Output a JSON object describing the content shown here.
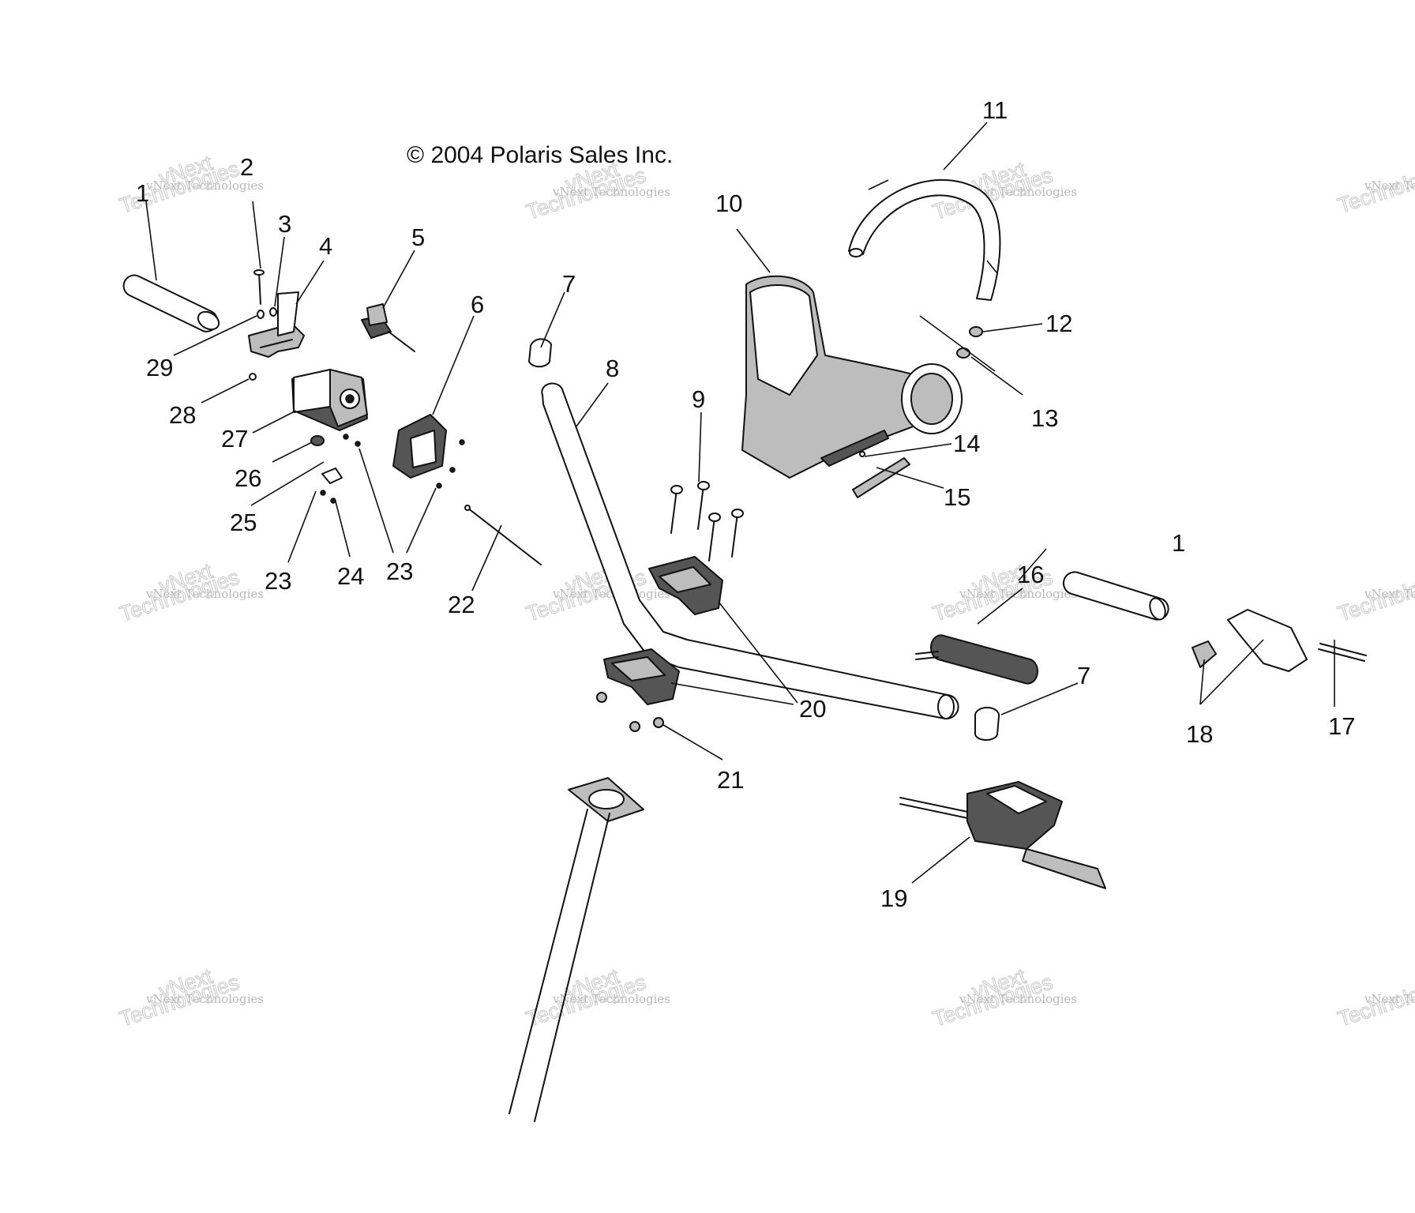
{
  "copyright": "© 2004 Polaris Sales Inc.",
  "watermark": {
    "line1": "vNext Technologies",
    "line2": "vNext",
    "line3": "Technologies"
  },
  "callouts": {
    "c1a": "1",
    "c2": "2",
    "c3": "3",
    "c4": "4",
    "c5": "5",
    "c6": "6",
    "c7a": "7",
    "c8": "8",
    "c9": "9",
    "c10": "10",
    "c11": "11",
    "c12": "12",
    "c13": "13",
    "c14": "14",
    "c15": "15",
    "c1b": "1",
    "c16": "16",
    "c7b": "7",
    "c17": "17",
    "c18": "18",
    "c19": "19",
    "c20": "20",
    "c21": "21",
    "c22": "22",
    "c23a": "23",
    "c23b": "23",
    "c24": "24",
    "c25": "25",
    "c26": "26",
    "c27": "27",
    "c28": "28",
    "c29": "29"
  }
}
